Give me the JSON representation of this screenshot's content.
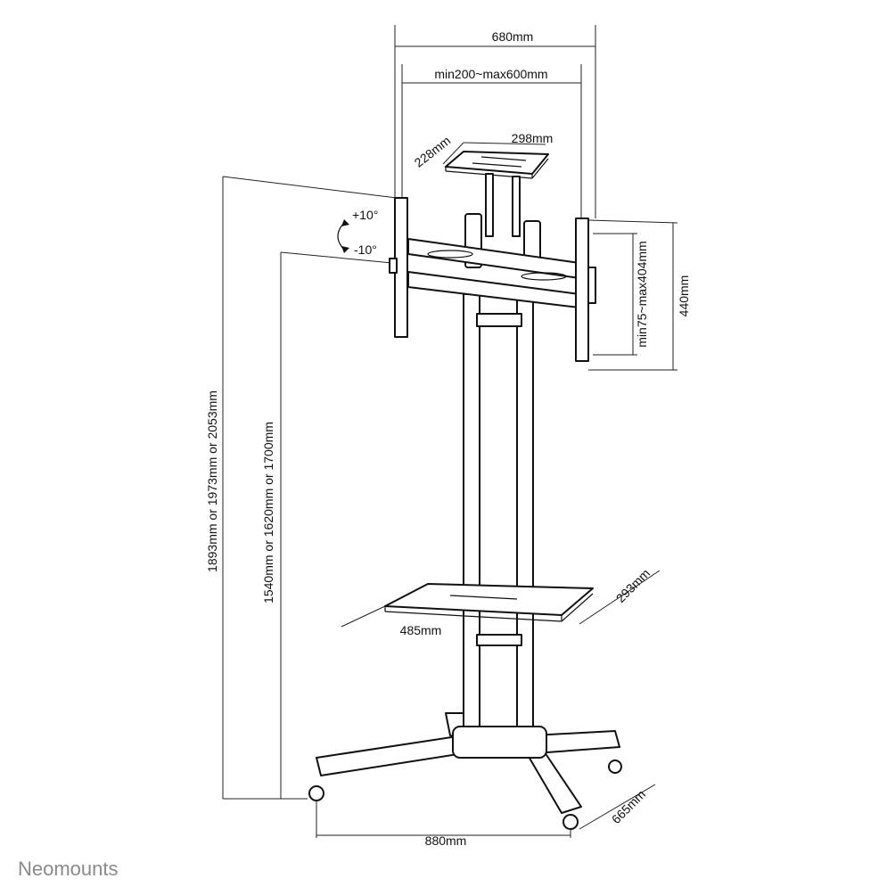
{
  "dimensions": {
    "overall_width": "680mm",
    "vesa_width": "min200~max600mm",
    "top_shelf_depth": "228mm",
    "top_shelf_width": "298mm",
    "tilt_up": "+10°",
    "tilt_down": "-10°",
    "bracket_height": "440mm",
    "vesa_height": "min75~max404mm",
    "total_height": "1893mm or 1973mm or 2053mm",
    "mount_height": "1540mm or 1620mm or 1700mm",
    "bottom_shelf_depth": "293mm",
    "bottom_shelf_width": "485mm",
    "base_width": "880mm",
    "base_depth": "665mm"
  },
  "brand": "Neomounts"
}
